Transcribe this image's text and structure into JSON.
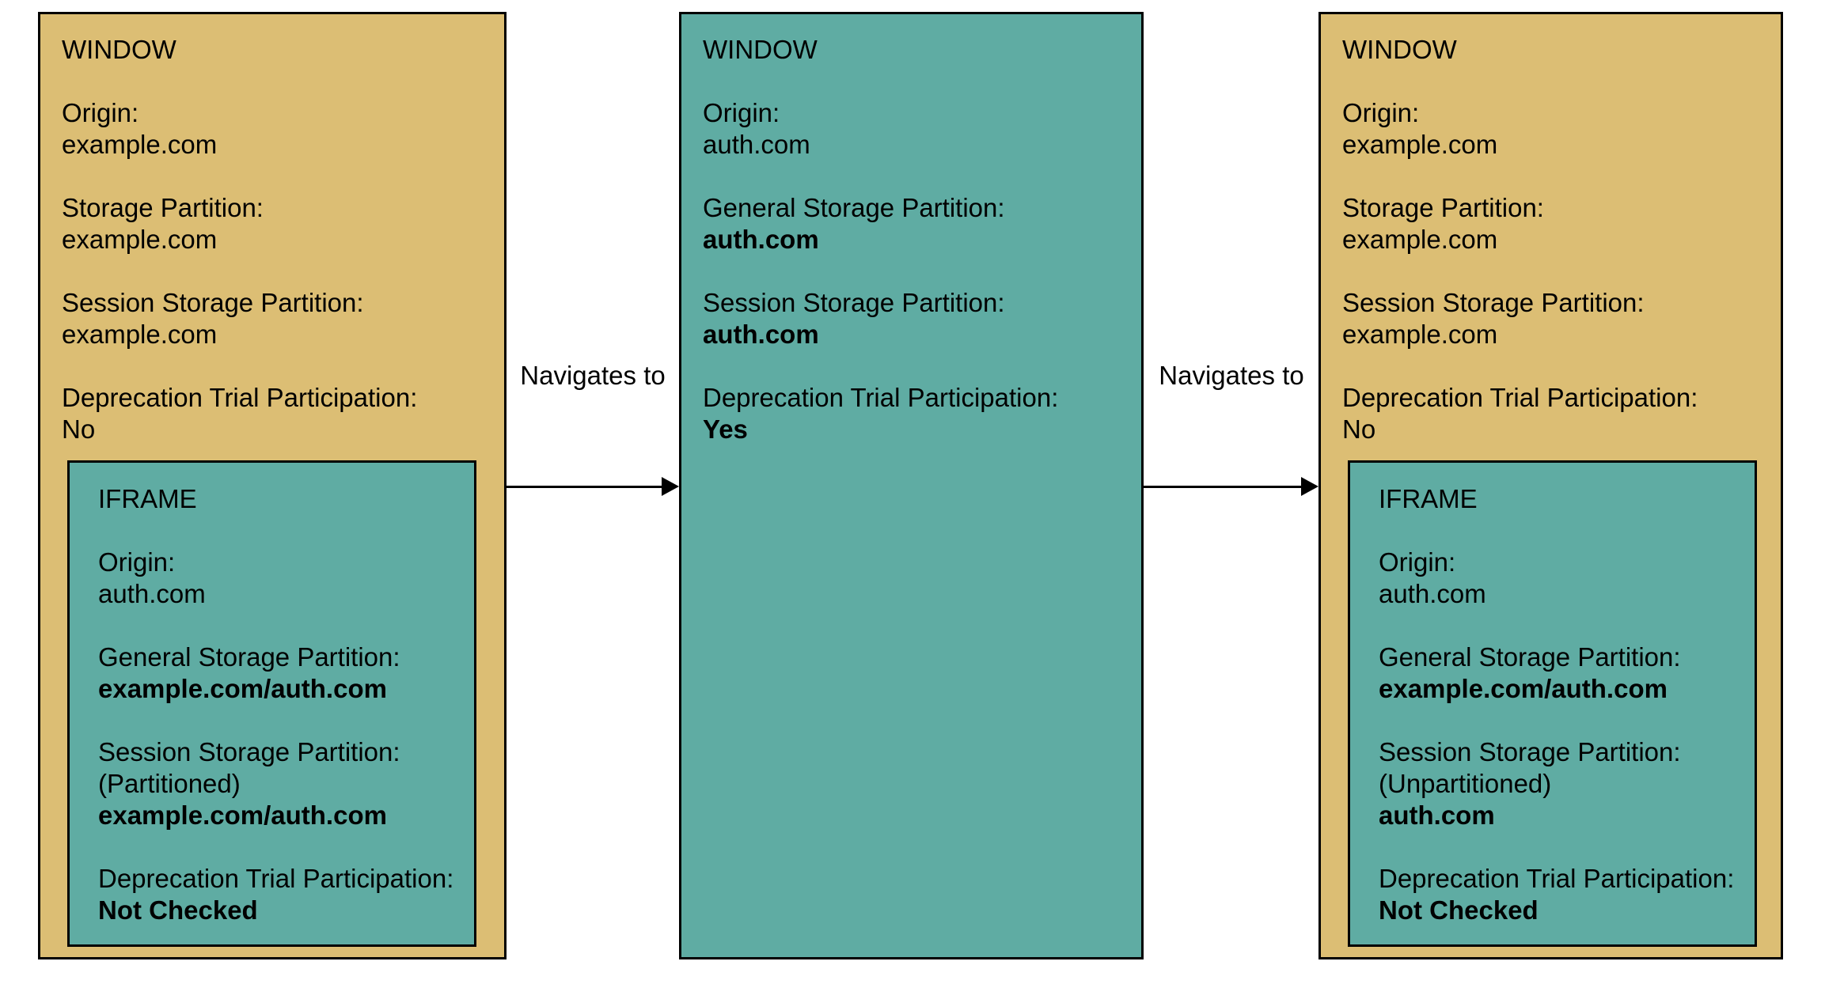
{
  "colors": {
    "window_fill": "#DCBE74",
    "embed_fill": "#5FACA3",
    "border": "#000000",
    "background": "#FFFFFF",
    "text": "#000000"
  },
  "arrows": [
    {
      "label": "Navigates to"
    },
    {
      "label": "Navigates to"
    }
  ],
  "stages": [
    {
      "window": {
        "title": "WINDOW",
        "fields": [
          {
            "label": "Origin:",
            "value": "example.com",
            "value_bold": false
          },
          {
            "label": "Storage Partition:",
            "value": "example.com",
            "value_bold": false
          },
          {
            "label": "Session Storage Partition:",
            "value": "example.com",
            "value_bold": false
          },
          {
            "label": "Deprecation Trial Participation:",
            "value": "No",
            "value_bold": false
          }
        ]
      },
      "iframe": {
        "title": "IFRAME",
        "fields": [
          {
            "label": "Origin:",
            "value": "auth.com",
            "value_bold": false
          },
          {
            "label": "General Storage Partition:",
            "value": "example.com/auth.com",
            "value_bold": true
          },
          {
            "label": "Session Storage Partition:",
            "note": "(Partitioned)",
            "value": "example.com/auth.com",
            "value_bold": true
          },
          {
            "label": "Deprecation Trial Participation:",
            "value": "Not Checked",
            "value_bold": true
          }
        ]
      }
    },
    {
      "window": {
        "title": "WINDOW",
        "fields": [
          {
            "label": "Origin:",
            "value": "auth.com",
            "value_bold": false
          },
          {
            "label": "General Storage Partition:",
            "value": "auth.com",
            "value_bold": true
          },
          {
            "label": "Session Storage Partition:",
            "value": "auth.com",
            "value_bold": true
          },
          {
            "label": "Deprecation Trial Participation:",
            "value": "Yes",
            "value_bold": true
          }
        ]
      }
    },
    {
      "window": {
        "title": "WINDOW",
        "fields": [
          {
            "label": "Origin:",
            "value": "example.com",
            "value_bold": false
          },
          {
            "label": "Storage Partition:",
            "value": "example.com",
            "value_bold": false
          },
          {
            "label": "Session Storage Partition:",
            "value": "example.com",
            "value_bold": false
          },
          {
            "label": "Deprecation Trial Participation:",
            "value": "No",
            "value_bold": false
          }
        ]
      },
      "iframe": {
        "title": "IFRAME",
        "fields": [
          {
            "label": "Origin:",
            "value": "auth.com",
            "value_bold": false
          },
          {
            "label": "General Storage Partition:",
            "value": "example.com/auth.com",
            "value_bold": true
          },
          {
            "label": "Session Storage Partition:",
            "note": "(Unpartitioned)",
            "value": "auth.com",
            "value_bold": true
          },
          {
            "label": "Deprecation Trial Participation:",
            "value": "Not Checked",
            "value_bold": true
          }
        ]
      }
    }
  ]
}
